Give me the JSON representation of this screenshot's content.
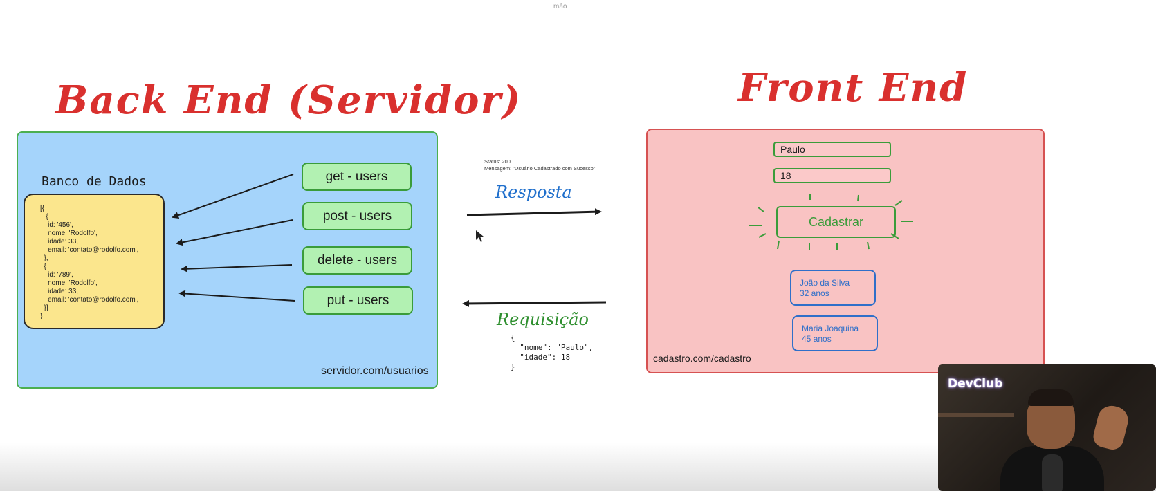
{
  "toolbar_hint": "mão",
  "backend": {
    "title": "Back End (Servidor)",
    "db_title": "Banco de Dados",
    "db_json": "[{\n   {\n    id: '456',\n    nome: 'Rodolfo',\n    idade: 33,\n    email: 'contato@rodolfo.com',\n  },\n  {\n    id: '789',\n    nome: 'Rodolfo',\n    idade: 33,\n    email: 'contato@rodolfo.com',\n  }]\n}",
    "routes": [
      "get - users",
      "post - users",
      "delete - users",
      "put - users"
    ],
    "url": "servidor.com/usuarios"
  },
  "middle": {
    "status_line": "Status: 200",
    "message_line": "Mensagem: \"Usuário Cadastrado com Sucesso\"",
    "response_label": "Resposta",
    "request_label": "Requisição",
    "request_body": "{\n  \"nome\": \"Paulo\",\n  \"idade\": 18\n}"
  },
  "frontend": {
    "title": "Front End",
    "name_value": "Paulo",
    "age_value": "18",
    "button_label": "Cadastrar",
    "users": [
      {
        "name": "João da Silva",
        "age": "32 anos"
      },
      {
        "name": "Maria Joaquina",
        "age": "45 anos"
      }
    ],
    "url": "cadastro.com/cadastro"
  },
  "webcam": {
    "logo": "DevClub"
  },
  "colors": {
    "title_red": "#d9302e",
    "backend_bg": "#a5d4fb",
    "frontend_bg": "#f9c3c3",
    "route_green": "#b2f1b2",
    "db_yellow": "#fbe68d",
    "response_blue": "#1f6fcc",
    "request_green": "#2f8f2f"
  }
}
